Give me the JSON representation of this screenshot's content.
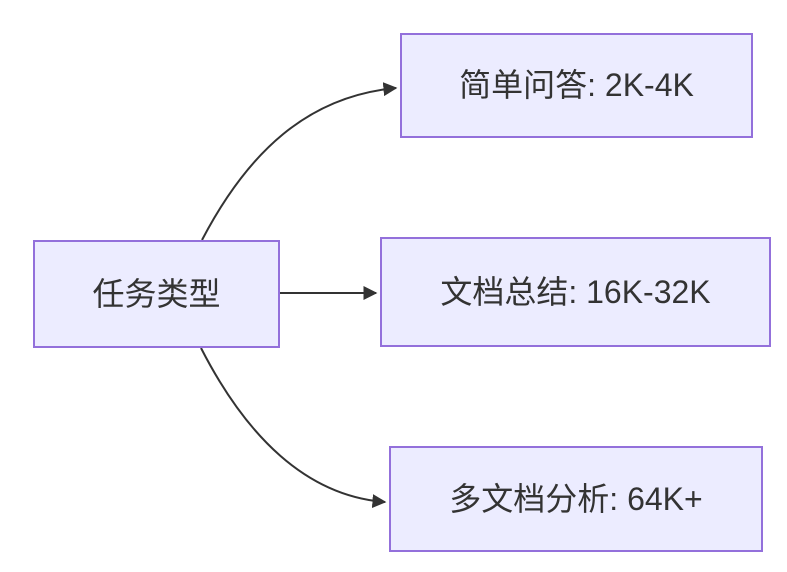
{
  "diagram": {
    "type": "flowchart-LR",
    "root": {
      "label": "任务类型"
    },
    "nodes": [
      {
        "id": "a",
        "label": "简单问答: 2K-4K"
      },
      {
        "id": "b",
        "label": "文档总结: 16K-32K"
      },
      {
        "id": "c",
        "label": "多文档分析: 64K+"
      }
    ],
    "edges": [
      {
        "from": "任务类型",
        "to": "简单问答: 2K-4K"
      },
      {
        "from": "任务类型",
        "to": "文档总结: 16K-32K"
      },
      {
        "from": "任务类型",
        "to": "多文档分析: 64K+"
      }
    ],
    "colors": {
      "node_fill": "#ECECFF",
      "node_border": "#9370DB",
      "arrow": "#333333",
      "text": "#333333",
      "background": "#ffffff"
    }
  }
}
